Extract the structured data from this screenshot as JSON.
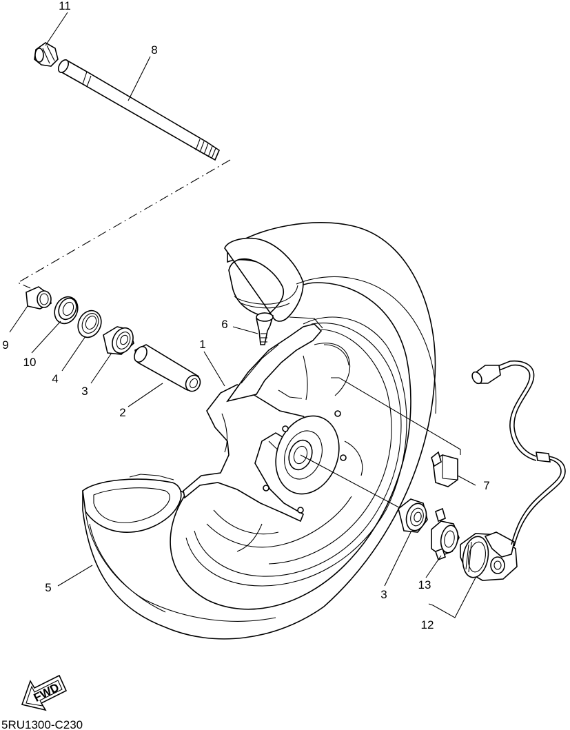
{
  "diagram": {
    "part_labels": {
      "p1": "1",
      "p2": "2",
      "p3a": "3",
      "p3b": "3",
      "p4": "4",
      "p5": "5",
      "p6": "6",
      "p7": "7",
      "p8": "8",
      "p9": "9",
      "p10": "10",
      "p11": "11",
      "p12": "12",
      "p13": "13"
    },
    "fwd_label": "FWD",
    "drawing_code": "5RU1300-C230"
  }
}
